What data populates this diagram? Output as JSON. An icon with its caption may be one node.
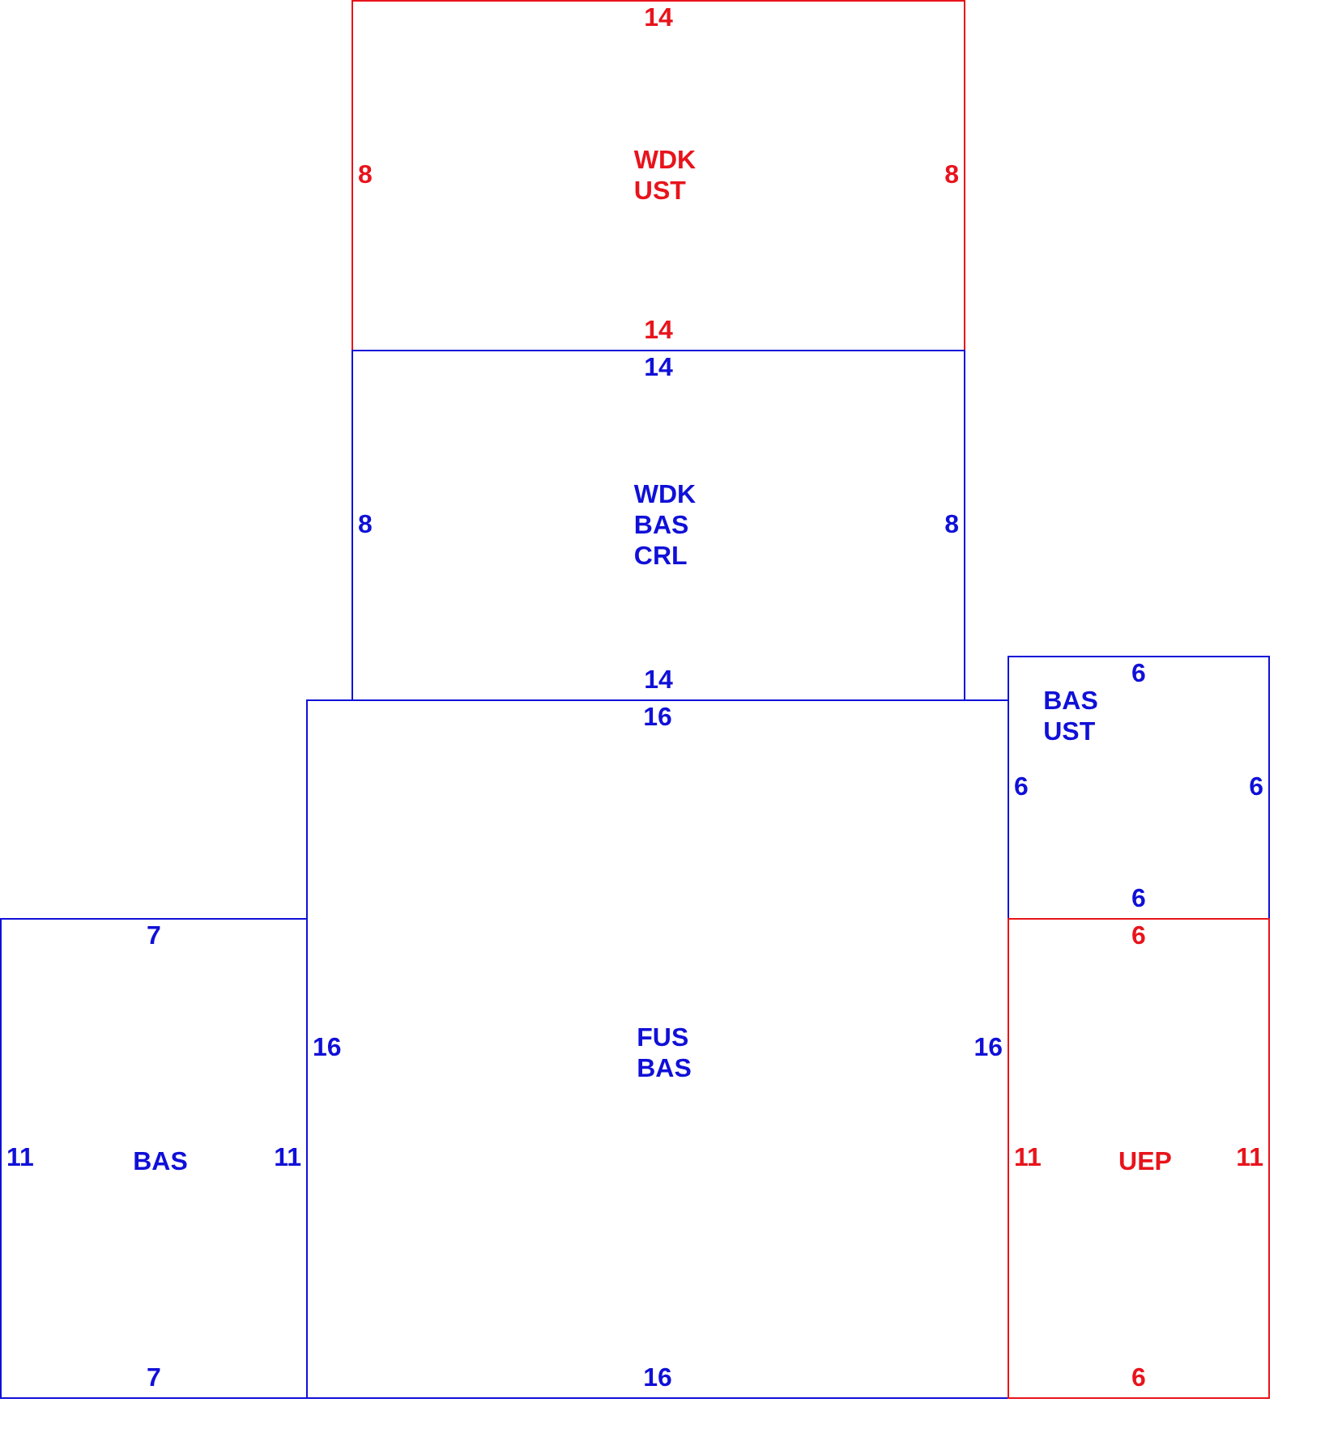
{
  "diagram": {
    "nodes": [
      {
        "text": [
          "14",
          "8",
          "WDK UST",
          "8",
          "14"
        ]
      },
      {
        "text": [
          "14",
          "8",
          "WDK BAS CRL",
          "8",
          "14"
        ]
      },
      {
        "text": [
          "6",
          "BAS UST",
          "6",
          "6",
          "6"
        ]
      },
      {
        "text": [
          "16",
          "16",
          "FUS BAS",
          "16",
          "16"
        ]
      },
      {
        "text": [
          "7",
          "11",
          "BAS",
          "11",
          "7"
        ]
      },
      {
        "text": [
          "6",
          "11",
          "UEP",
          "11",
          "6"
        ]
      }
    ]
  }
}
